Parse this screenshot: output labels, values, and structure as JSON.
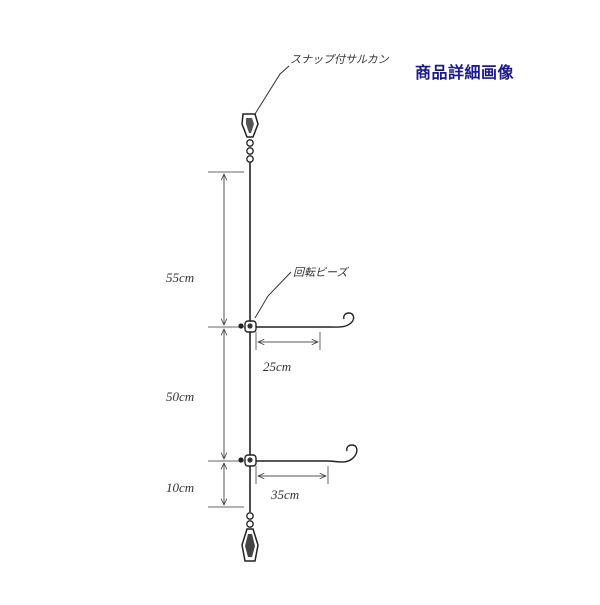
{
  "header": {
    "detail_label": "商品詳細画像",
    "accent_color": "#1a1a8c"
  },
  "diagram": {
    "labels": {
      "snap_swivel": "スナップ付サルカン",
      "rotating_bead": "回転ビーズ"
    },
    "dimensions": {
      "upper_segment": "55cm",
      "middle_segment": "50cm",
      "lower_segment": "10cm",
      "upper_branch": "25cm",
      "lower_branch": "35cm"
    }
  }
}
